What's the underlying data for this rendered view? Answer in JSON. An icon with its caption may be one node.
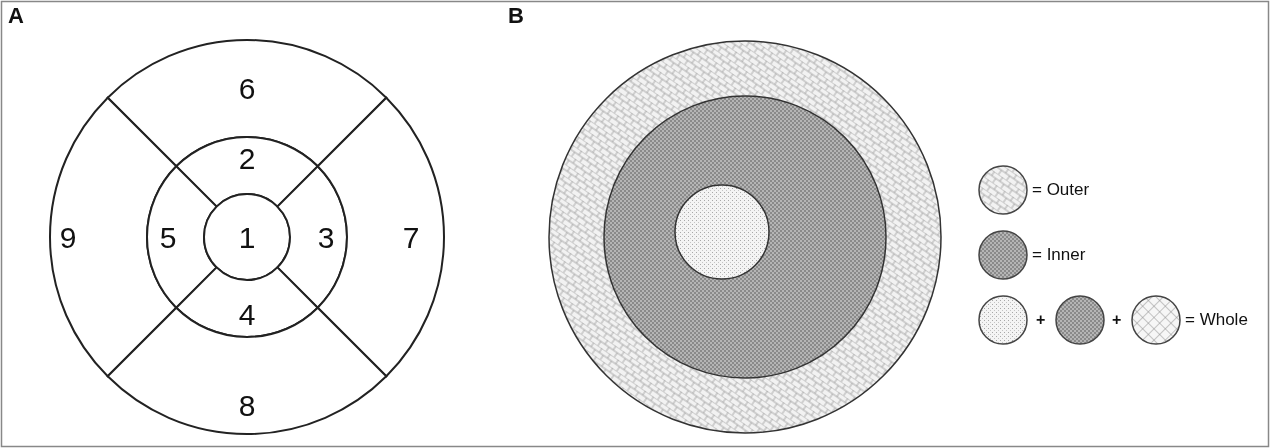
{
  "diagram": {
    "nodes": [
      {
        "text": [
          "6"
        ]
      },
      {
        "text": [
          "2"
        ]
      },
      {
        "text": [
          "9"
        ]
      },
      {
        "text": [
          "5"
        ]
      },
      {
        "text": [
          "1"
        ]
      },
      {
        "text": [
          "3"
        ]
      },
      {
        "text": [
          "7"
        ]
      },
      {
        "text": [
          "4"
        ]
      },
      {
        "text": [
          "8"
        ]
      }
    ],
    "edges": [],
    "labels": [
      "A",
      "B",
      "+",
      "+"
    ],
    "legend": [
      {
        "text": "= Outer"
      },
      {
        "text": "= Inner"
      },
      {
        "text": "= Whole"
      }
    ]
  }
}
